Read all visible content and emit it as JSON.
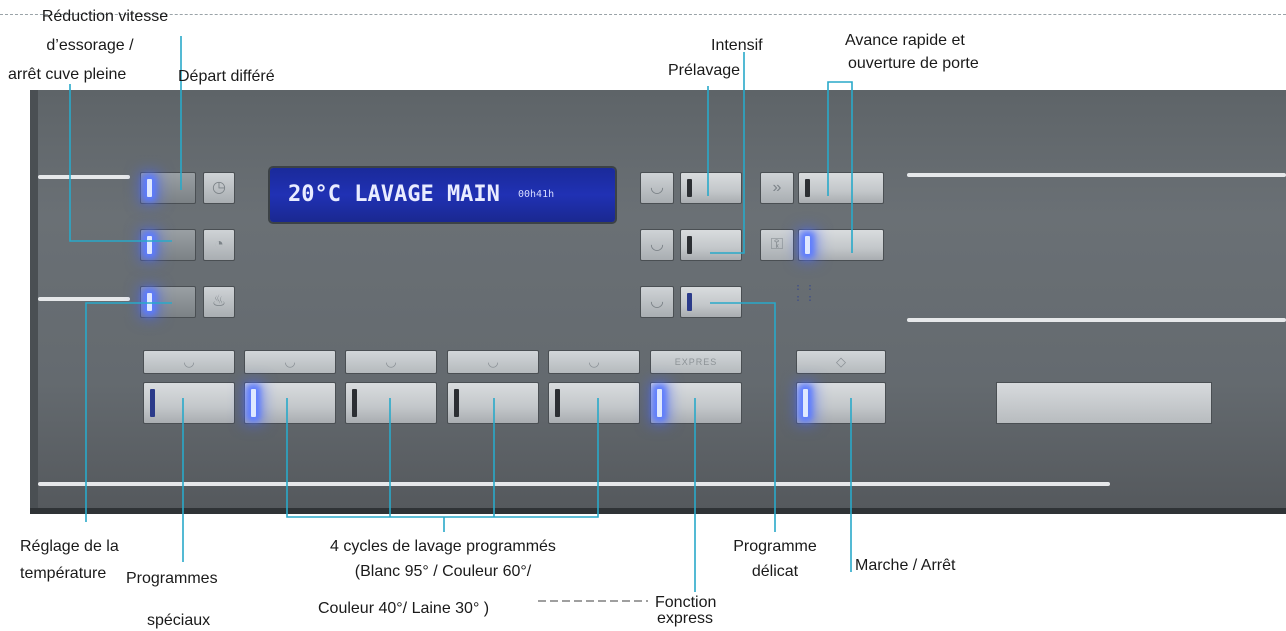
{
  "display": {
    "main_text": "20°C LAVAGE MAIN",
    "time_text": "00h41h"
  },
  "buttons": {
    "icon_symbols": {
      "clock": "◷",
      "half_load": "◔",
      "thermometer": "♨",
      "tub": "◡",
      "fast_forward": "»",
      "door": "⚿",
      "start": "◇",
      "express": "EXPRES"
    }
  },
  "labels": {
    "reduction": [
      "Réduction vitesse",
      "d’essorage /",
      "arrêt cuve pleine"
    ],
    "depart": "Départ différé",
    "intensif": "Intensif",
    "prelavage": "Prélavage",
    "avance": [
      "Avance rapide et",
      "ouverture de porte"
    ],
    "temperature": [
      "Réglage de la",
      "température"
    ],
    "programmes": [
      "Programmes",
      "spéciaux"
    ],
    "cycles": [
      "4 cycles de lavage programmés",
      "(Blanc 95° / Couleur 60°/",
      "Couleur 40°/ Laine 30° )"
    ],
    "delicat": [
      "Programme",
      "délicat"
    ],
    "marche": "Marche / Arrêt",
    "express": [
      "Fonction",
      "express"
    ]
  },
  "colors": {
    "leader_line": "#29a9c9",
    "panel": "#636a6e",
    "lcd": "#2031b4",
    "led_on": "#5d7cff"
  }
}
